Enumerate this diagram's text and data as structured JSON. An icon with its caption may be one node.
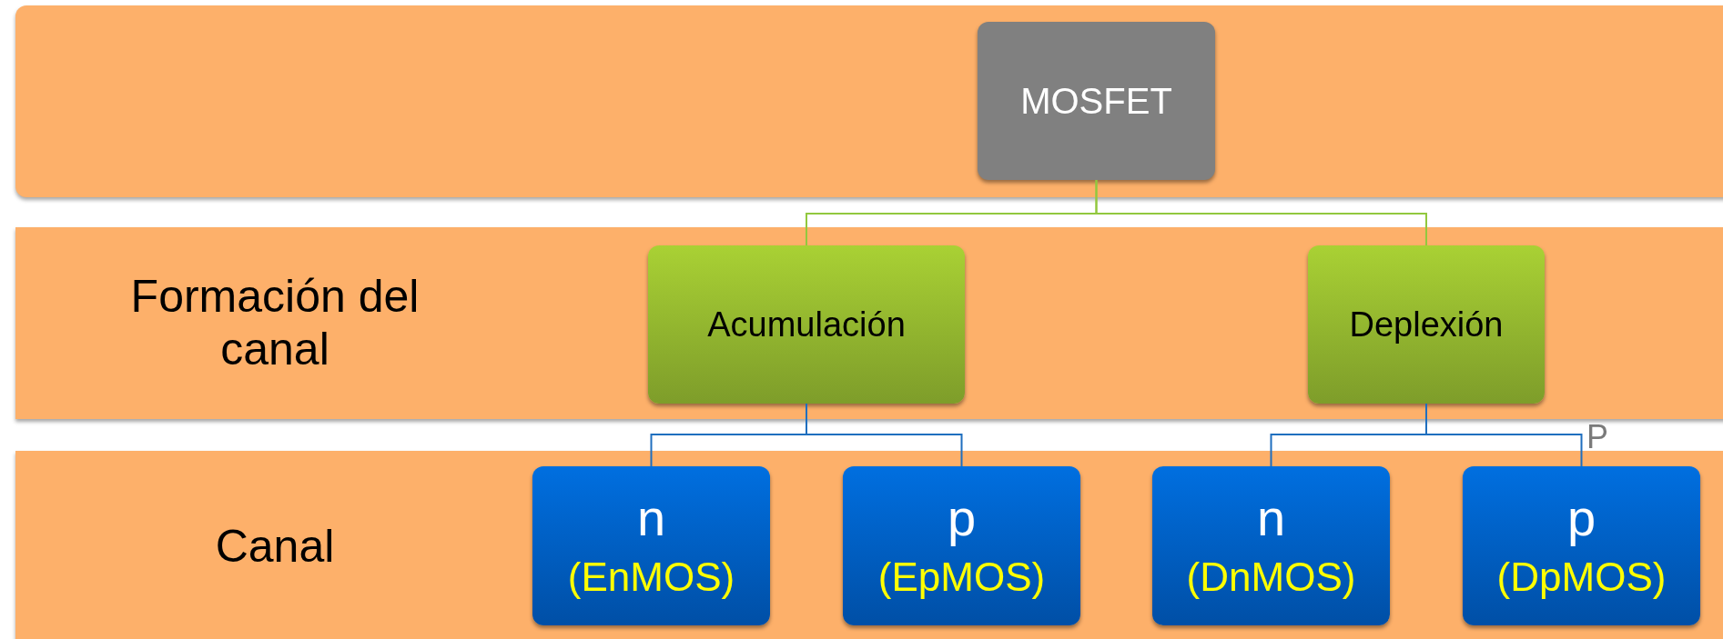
{
  "diagram": {
    "nodes": [
      {
        "text": [],
        "shape": "band"
      },
      {
        "text": [
          "MOSFET"
        ],
        "in": 0
      },
      {
        "text": [
          "Formación del canal"
        ]
      },
      {
        "text": [
          "Acumulación"
        ],
        "in": 2
      },
      {
        "text": [
          "Deplexión"
        ],
        "in": 2
      },
      {
        "text": [
          "Canal"
        ]
      },
      {
        "text": [
          "n",
          "(EnMOS)"
        ],
        "in": 5
      },
      {
        "text": [
          "p",
          "(EpMOS)"
        ],
        "in": 5
      },
      {
        "text": [
          "n",
          "(DnMOS)"
        ],
        "in": 5
      },
      {
        "text": [
          "p",
          "(DpMOS)"
        ],
        "in": 5
      }
    ],
    "edges": [
      {
        "from": 1,
        "to": 3,
        "arrow": "none",
        "color": "#92c83e"
      },
      {
        "from": 1,
        "to": 4,
        "arrow": "none",
        "color": "#92c83e"
      },
      {
        "from": 3,
        "to": 6,
        "arrow": "none"
      },
      {
        "from": 3,
        "to": 7,
        "arrow": "none"
      },
      {
        "from": 4,
        "to": 8,
        "arrow": "none"
      },
      {
        "from": 4,
        "to": 9,
        "arrow": "none"
      }
    ],
    "labels": [
      "P"
    ]
  }
}
